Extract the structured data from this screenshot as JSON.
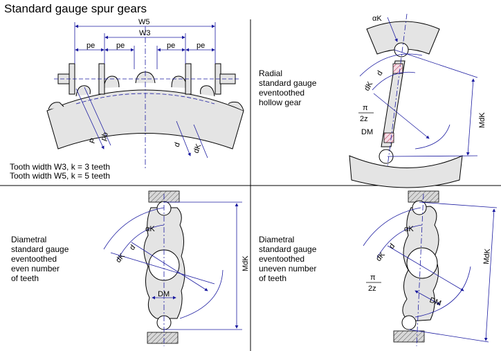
{
  "title": "Standard gauge spur gears",
  "panels": {
    "spur": {
      "labels": {
        "w5": "W5",
        "w3": "W3",
        "pe": "pe",
        "d": "d",
        "dk": "dK",
        "p": "P",
        "pb": "pb"
      },
      "caption_w3": "Tooth width W3, k = 3  teeth",
      "caption_w5": "Tooth width W5, k = 5  teeth"
    },
    "radial": {
      "text": "Radial\nstandard gauge\neventoothed\nhollow gear",
      "labels": {
        "alpha": "αK",
        "d": "d",
        "dk": "dK",
        "pi": "π",
        "two_z": "2z",
        "dm": "DM",
        "mdk": "MdK"
      }
    },
    "diametral_even": {
      "text": "Diametral\nstandard gauge\neventoothed\neven number\nof teeth",
      "labels": {
        "alpha": "αK",
        "d": "d",
        "dk": "dK",
        "dm": "DM",
        "mdk": "MdK"
      }
    },
    "diametral_uneven": {
      "text": "Diametral\nstandard gauge\neventoothed\nuneven number\nof teeth",
      "labels": {
        "alpha": "αK",
        "d": "d",
        "dk": "dK",
        "pi": "π",
        "two_z": "2z",
        "dm": "DM",
        "mdk": "MdK"
      }
    }
  },
  "colors": {
    "line": "#000000",
    "dimension": "#1a1aa0",
    "gear_fill": "#e4e4e4",
    "hatch": "#c04060"
  }
}
